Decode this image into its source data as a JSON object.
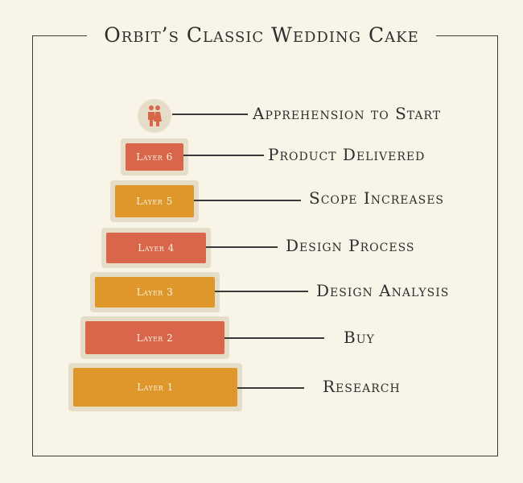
{
  "title": "Orbit’s Classic Wedding Cake",
  "topper": {
    "icon": "couple-icon",
    "label": "Apprehension to Start"
  },
  "layers": [
    {
      "name": "Layer 6",
      "label": "Product Delivered",
      "color": "#d9654a"
    },
    {
      "name": "Layer 5",
      "label": "Scope Increases",
      "color": "#df972b"
    },
    {
      "name": "Layer 4",
      "label": "Design Process",
      "color": "#d9654a"
    },
    {
      "name": "Layer 3",
      "label": "Design Analysis",
      "color": "#df972b"
    },
    {
      "name": "Layer 2",
      "label": "Buy",
      "color": "#d9654a"
    },
    {
      "name": "Layer 1",
      "label": "Research",
      "color": "#df972b"
    }
  ]
}
